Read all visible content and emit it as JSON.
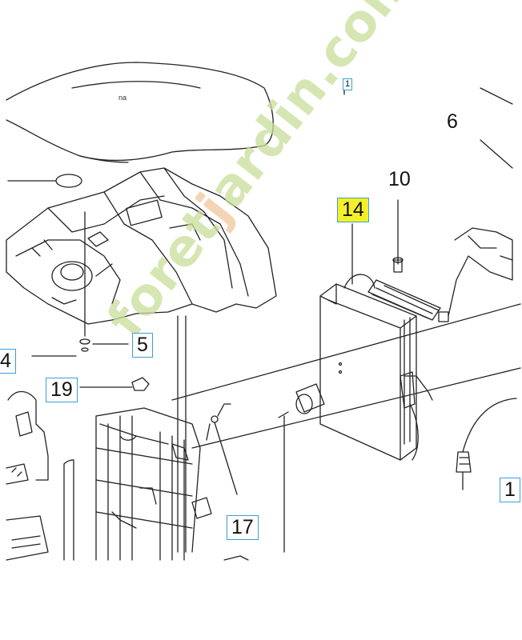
{
  "callouts": {
    "c14": "14",
    "c10": "10",
    "c6": "6",
    "c5": "5",
    "c19": "19",
    "c17": "17",
    "edge_left": "4",
    "edge_right": "1",
    "top_mark": "1"
  },
  "cover_logo": "na",
  "watermark": {
    "before": "foret",
    "accent": "j",
    "after": "ardin.com"
  },
  "colors": {
    "highlight": "#f4ef2a",
    "callout_border": "#3a9fd8",
    "line": "#222222",
    "watermark": "#c9de9a"
  }
}
